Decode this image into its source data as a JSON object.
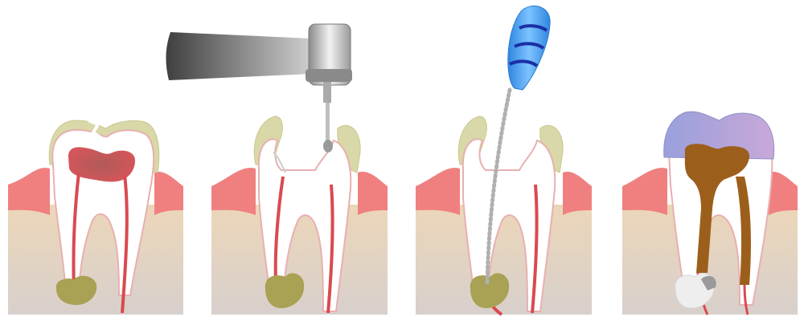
{
  "diagram": {
    "kind": "root canal treatment steps",
    "stages": [
      {
        "id": "stage-1",
        "state": "infected tooth with cracked crown and abscess"
      },
      {
        "id": "stage-2",
        "state": "drilling access with dental handpiece"
      },
      {
        "id": "stage-3",
        "state": "cleaning canal with endodontic file"
      },
      {
        "id": "stage-4",
        "state": "filled canals and new crown"
      }
    ],
    "colors": {
      "gum": "#f07a7a",
      "bone": "#e9d3b6",
      "bone_bottom": "#d9cfc8",
      "dentin": "#ffffff",
      "enamel": "#d8d8a6",
      "pulp_infected": "#c7565b",
      "nerve": "#d94a4f",
      "abscess": "#a9a153",
      "filling": "#9c5f1b",
      "crown": "#a8a0d6",
      "file_handle": "#4aa3ec",
      "file_ring": "#1b2fa6",
      "drill": "#666666"
    }
  }
}
